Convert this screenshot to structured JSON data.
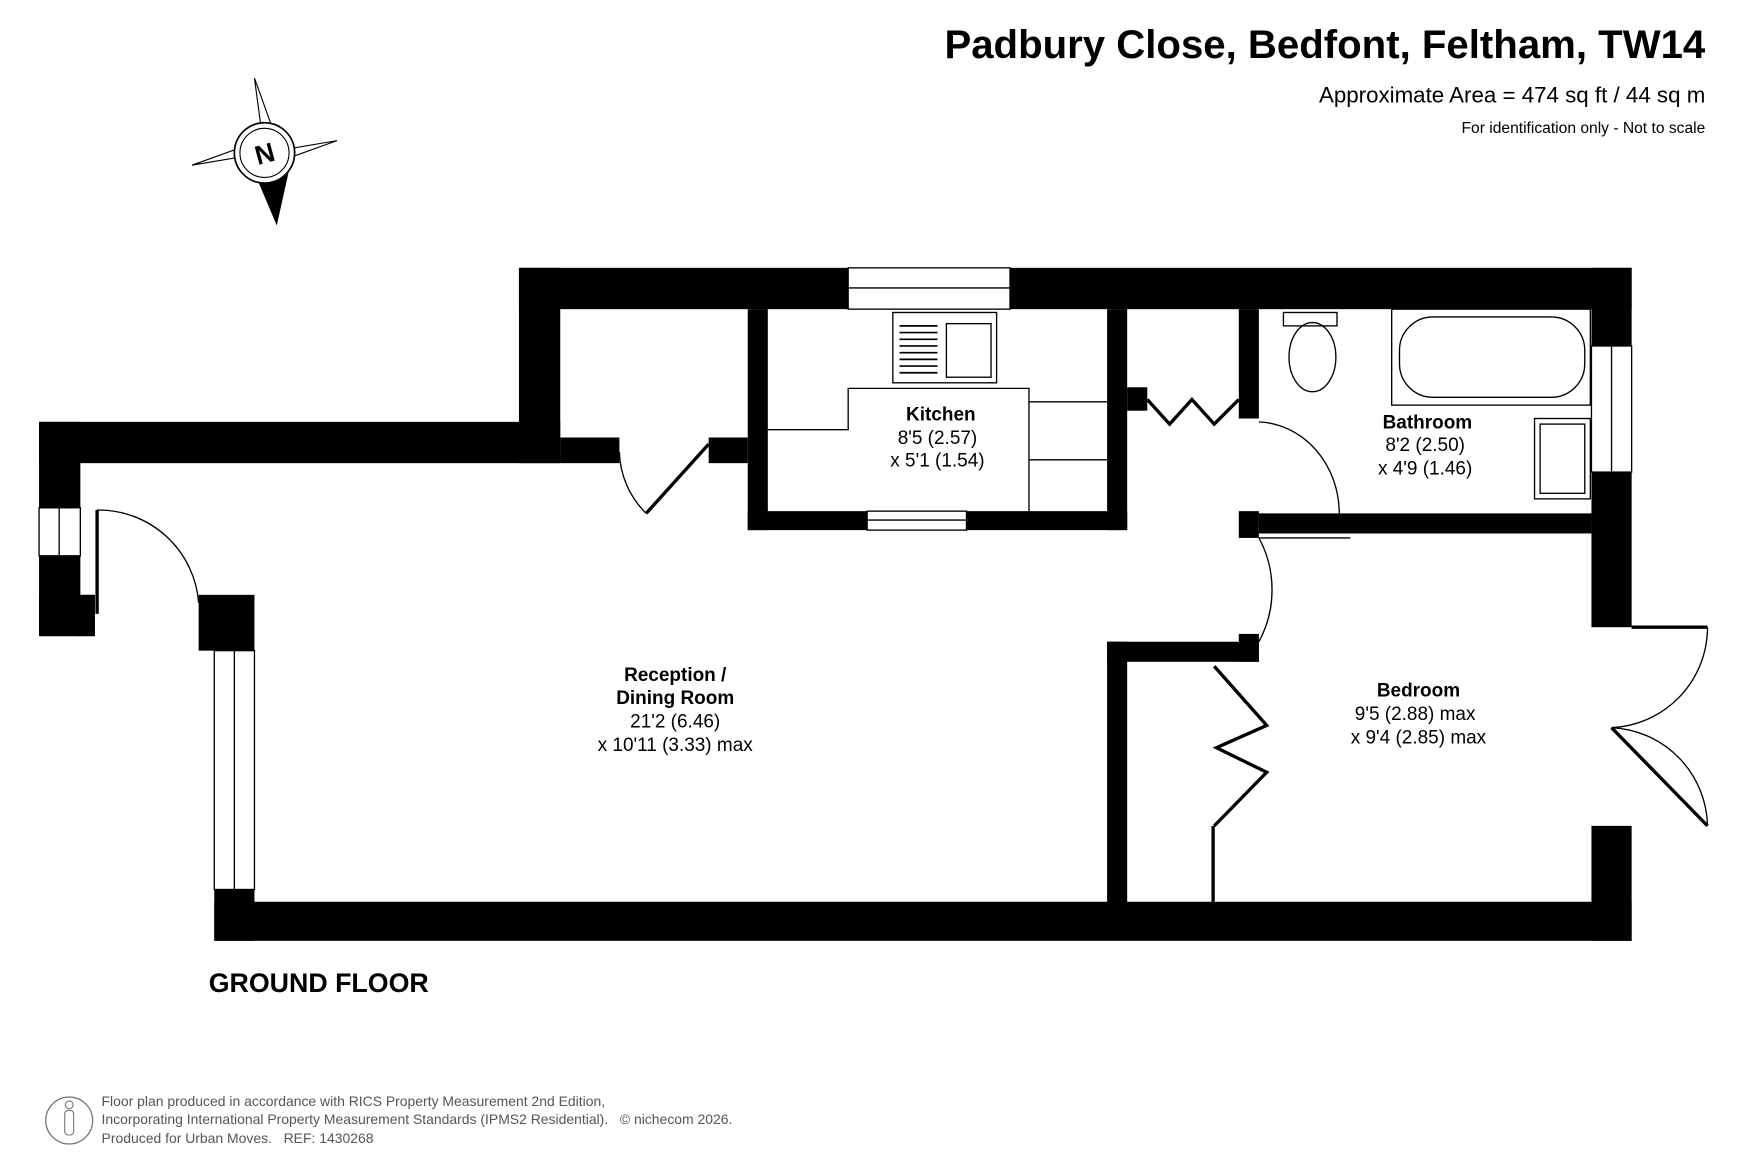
{
  "header": {
    "title": "Padbury Close, Bedfont, Feltham, TW14",
    "area": "Approximate Area = 474 sq ft / 44 sq m",
    "note": "For identification only - Not to scale"
  },
  "compass": {
    "letter": "N",
    "icon": "north-arrow-icon"
  },
  "rooms": {
    "kitchen": {
      "name": "Kitchen",
      "dim1": "8'5 (2.57)",
      "dim2": "x 5'1 (1.54)"
    },
    "bathroom": {
      "name": "Bathroom",
      "dim1": "8'2 (2.50)",
      "dim2": "x 4'9 (1.46)"
    },
    "reception": {
      "name1": "Reception /",
      "name2": "Dining Room",
      "dim1": "21'2 (6.46)",
      "dim2": "x 10'11 (3.33) max"
    },
    "bedroom": {
      "name": "Bedroom",
      "dim1": "9'5 (2.88) max",
      "dim2": "x 9'4 (2.85) max"
    }
  },
  "floor_label": "GROUND FLOOR",
  "footer": {
    "line1": "Floor plan produced in accordance with RICS Property Measurement 2nd Edition,",
    "line2": "Incorporating International Property Measurement Standards (IPMS2 Residential).   © nichecom 2026.",
    "line3": "Produced for Urban Moves.   REF: 1430268",
    "icon": "person-icon"
  }
}
